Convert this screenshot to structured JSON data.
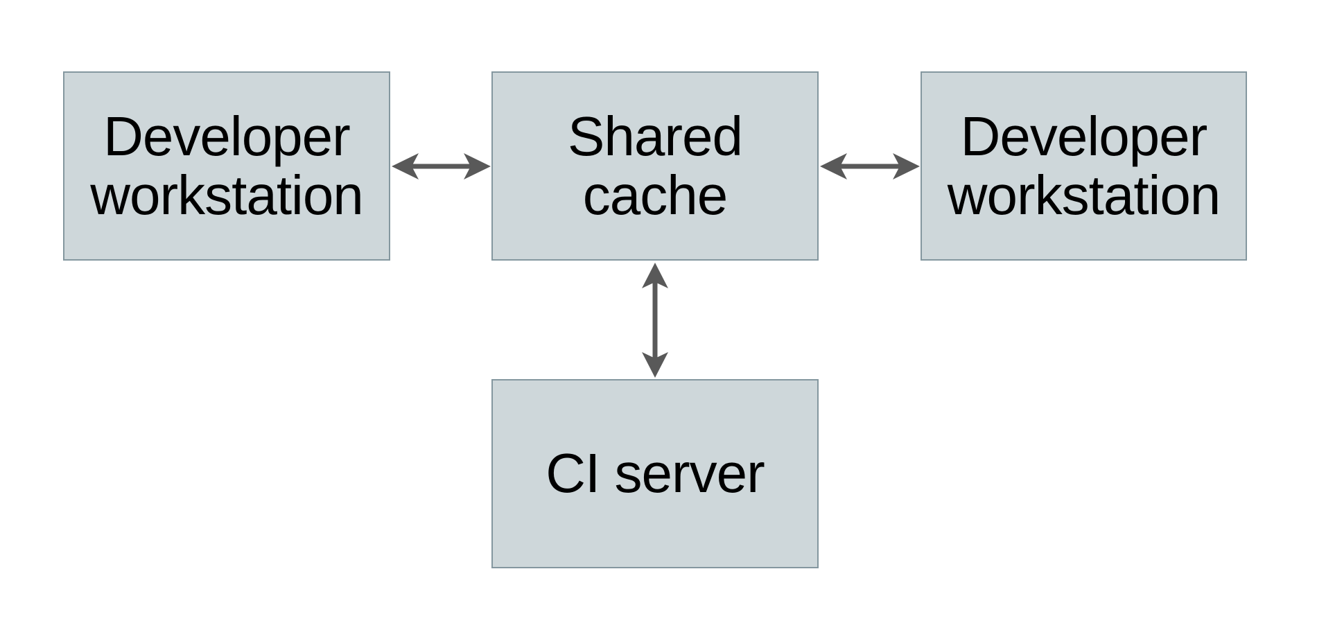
{
  "diagram": {
    "type": "architecture-diagram",
    "colors": {
      "background": "#ffffff",
      "node-fill": "#ced7da",
      "node-border": "#84979f",
      "arrow-color": "#595959",
      "text-color": "#000000"
    },
    "nodes": [
      {
        "id": "developer-workstation-left",
        "label": "Developer\nworkstation"
      },
      {
        "id": "shared-cache",
        "label": "Shared\ncache"
      },
      {
        "id": "developer-workstation-right",
        "label": "Developer\nworkstation"
      },
      {
        "id": "ci-server",
        "label": "CI server"
      }
    ],
    "edges": [
      {
        "from": "developer-workstation-left",
        "to": "shared-cache",
        "direction": "bidirectional"
      },
      {
        "from": "shared-cache",
        "to": "developer-workstation-right",
        "direction": "bidirectional"
      },
      {
        "from": "shared-cache",
        "to": "ci-server",
        "direction": "bidirectional"
      }
    ]
  }
}
